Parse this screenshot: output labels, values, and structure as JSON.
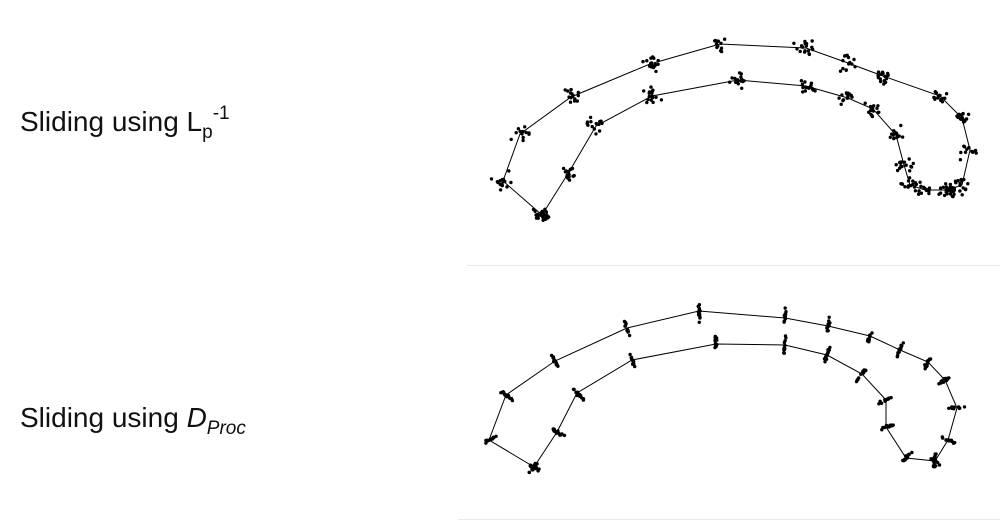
{
  "panels": [
    {
      "label": "Sliding using L",
      "sub": "p",
      "sup": "-1",
      "sub_italic": false
    },
    {
      "label": "Sliding using ",
      "label_italic_part": "D",
      "sub": "Proc",
      "sub_italic": true
    }
  ],
  "colors": {
    "ink": "#000000",
    "divider": "#efe9dd",
    "background": "#ffffff"
  }
}
